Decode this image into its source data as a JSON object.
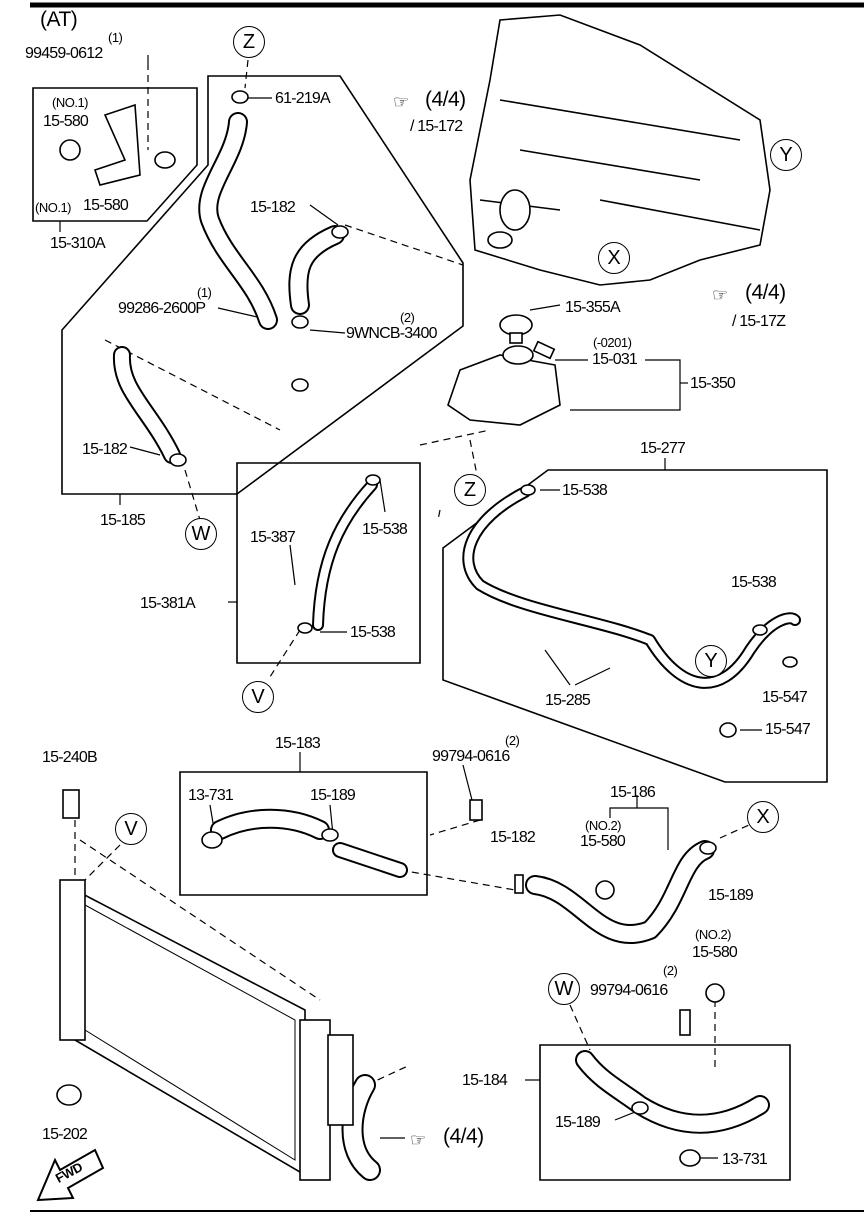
{
  "section": "(AT)",
  "qty": {
    "q1a": "(1)",
    "q1b": "(1)",
    "q2a": "(2)",
    "q2b": "(2)",
    "q2c": "(2)"
  },
  "notes": {
    "no1a": "(NO.1)",
    "no1b": "(NO.1)",
    "no2a": "(NO.2)",
    "no2b": "(NO.2)",
    "range": "(-0201)"
  },
  "parts": {
    "p99459": "99459-0612",
    "p15580a": "15-580",
    "p15580b": "15-580",
    "p15310a": "15-310A",
    "p61219a": "61-219A",
    "p15182a": "15-182",
    "p99286": "99286-2600P",
    "p9wncb": "9WNCB-3400",
    "p15355a": "15-355A",
    "p15031": "15-031",
    "p15350": "15-350",
    "p15182b": "15-182",
    "p15277": "15-277",
    "p15538a": "15-538",
    "p15185": "15-185",
    "p15538b": "15-538",
    "p15387": "15-387",
    "p15538c": "15-538",
    "p15381a": "15-381A",
    "p15538d": "15-538",
    "p15285": "15-285",
    "p15547a": "15-547",
    "p15547b": "15-547",
    "p15240b": "15-240B",
    "p15183": "15-183",
    "p99794a": "99794-0616",
    "p13731a": "13-731",
    "p15189a": "15-189",
    "p15186": "15-186",
    "p15580c": "15-580",
    "p15182c": "15-182",
    "p15189b": "15-189",
    "p15580d": "15-580",
    "p99794b": "99794-0616",
    "p15184": "15-184",
    "p15189c": "15-189",
    "p15202": "15-202",
    "p13731b": "13-731"
  },
  "refs": {
    "r1": "(4/4)",
    "r1sub": "/ 15-172",
    "r2": "(4/4)",
    "r2sub": "/ 15-17Z",
    "r3": "(4/4)"
  },
  "connectors": {
    "z": "Z",
    "y": "Y",
    "x": "X",
    "w": "W",
    "v": "V"
  },
  "fwd": "FWD",
  "icons": {
    "reference": "pointing-hand-icon",
    "direction": "fwd-arrow-icon"
  }
}
